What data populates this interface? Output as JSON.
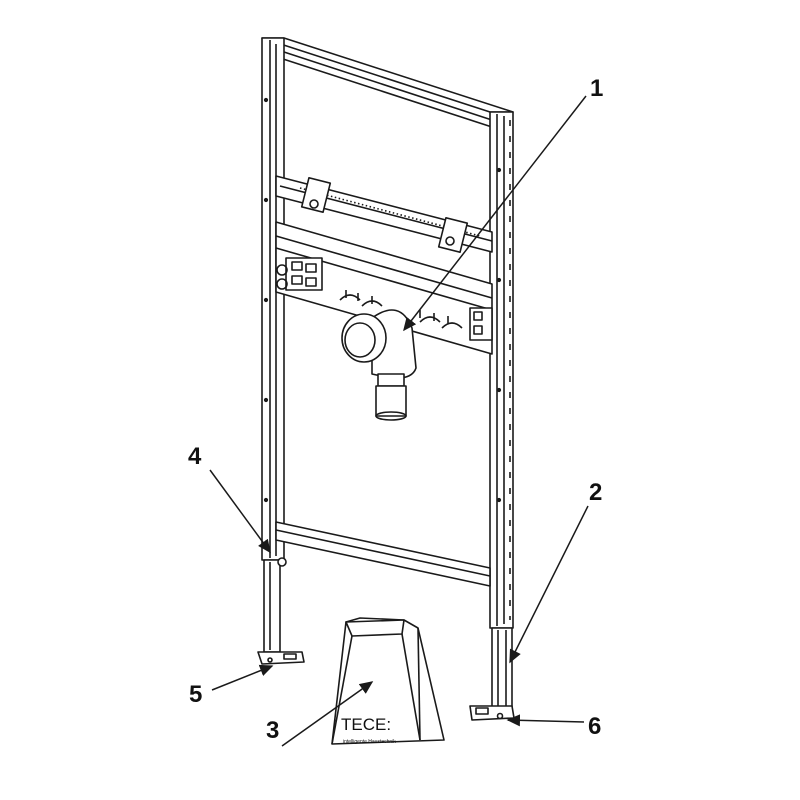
{
  "callouts": [
    {
      "id": "1",
      "label": "1"
    },
    {
      "id": "2",
      "label": "2"
    },
    {
      "id": "3",
      "label": "3"
    },
    {
      "id": "4",
      "label": "4"
    },
    {
      "id": "5",
      "label": "5"
    },
    {
      "id": "6",
      "label": "6"
    }
  ],
  "bag": {
    "brand": "TECE:",
    "tagline": "intelligente Haustechnik"
  },
  "colors": {
    "line": "#1a1a1a",
    "background": "#ffffff"
  }
}
